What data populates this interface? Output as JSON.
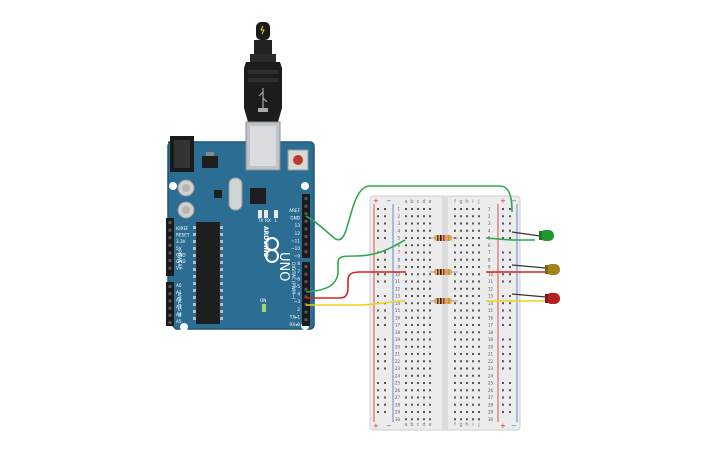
{
  "colors": {
    "board": "#2c6d94",
    "board_edge": "#1f5676",
    "breadboard": "#ececec",
    "wire_green": "#2fa84f",
    "wire_red": "#e01d1d",
    "wire_yellow": "#f1d21a",
    "led_green": "#1f9a2c",
    "led_yellow": "#a3861a",
    "led_red": "#b51f1f",
    "rail_red": "#d42a2a",
    "rail_blue": "#3b6fd1"
  },
  "arduino": {
    "logo": "ARDUINO",
    "model": "UNO",
    "on_label": "ON",
    "tx_label": "TX",
    "rx_label": "RX",
    "l_label": "L",
    "digital_label": "DIGITAL (PWM~)",
    "digital_pins": [
      "AREF",
      "GND",
      "13",
      "12",
      "~11",
      "~10",
      "~9",
      "8",
      "7",
      "~6",
      "~5",
      "4",
      "~3",
      "2",
      "TX▸1",
      "RX◂0"
    ],
    "power_label": "POWER",
    "power_pins": [
      "IOREF",
      "RESET",
      "3.3V",
      "5V",
      "GND",
      "GND",
      "Vin"
    ],
    "analog_label": "ANALOG IN",
    "analog_pins": [
      "A0",
      "A1",
      "A2",
      "A3",
      "A4",
      "A5"
    ]
  },
  "breadboard": {
    "rail_plus": "+",
    "rail_minus": "−",
    "letters_left": [
      "a",
      "b",
      "c",
      "d",
      "e"
    ],
    "letters_right": [
      "f",
      "g",
      "h",
      "i",
      "j"
    ],
    "rows": [
      "1",
      "2",
      "3",
      "4",
      "5",
      "6",
      "7",
      "8",
      "9",
      "10",
      "11",
      "12",
      "13",
      "14",
      "15",
      "16",
      "17",
      "18",
      "19",
      "20",
      "21",
      "22",
      "23",
      "24",
      "25",
      "26",
      "27",
      "28",
      "29",
      "30"
    ]
  },
  "components": {
    "resistors": 3,
    "leds": [
      "green",
      "yellow",
      "red"
    ]
  }
}
